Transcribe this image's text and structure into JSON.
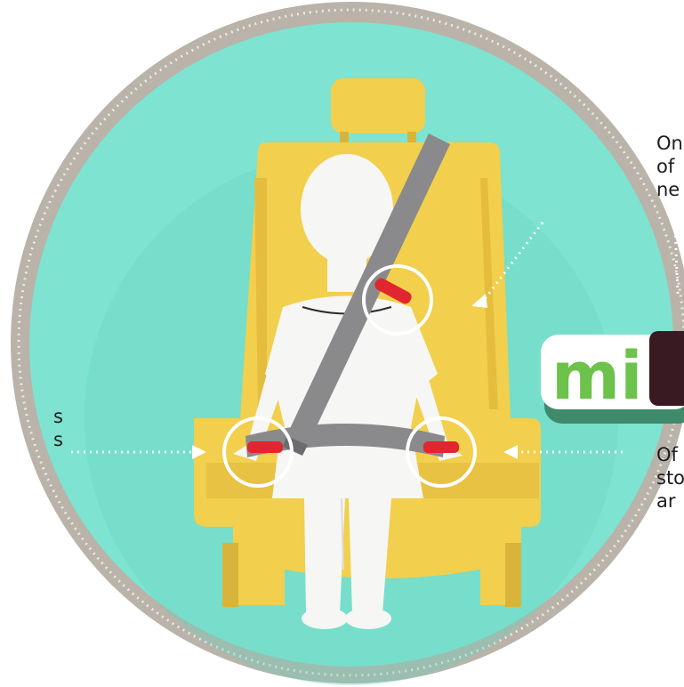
{
  "captions": {
    "right_top": [
      "On",
      "of",
      "ne"
    ],
    "right_bottom": [
      "Of",
      "sto",
      "ar"
    ],
    "left": [
      "s",
      "s"
    ]
  },
  "logo": {
    "text": "mi"
  },
  "colors": {
    "background": "#ffffff",
    "outer_ring": "#b9b3aa",
    "circle_fill": "#7ee3d0",
    "seat": "#f2cf4c",
    "seat_shadow": "#d9b43a",
    "child": "#f6f6f4",
    "belt": "#8a8a8c",
    "belt_dark": "#6c6c6e",
    "clip_red": "#e0262e",
    "logo_green": "#6cc24a",
    "logo_shadow": "#3e8a6a",
    "logo_dark": "#3a1a22"
  },
  "icons": [
    "dotted-arrow-icon",
    "magnifier-circle-icon"
  ]
}
